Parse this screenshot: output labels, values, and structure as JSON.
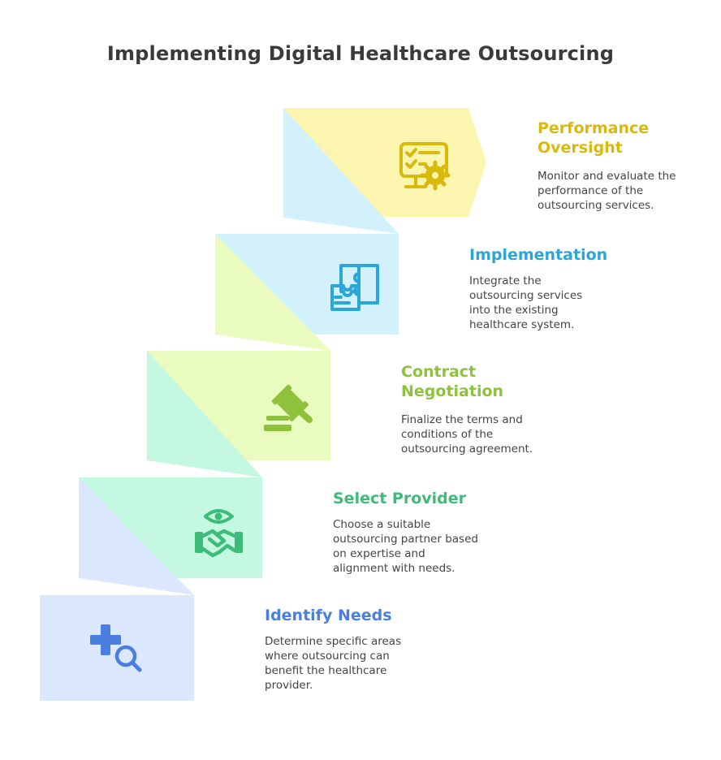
{
  "title": "Implementing Digital Healthcare Outsourcing",
  "steps": [
    {
      "heading": "Identify Needs",
      "description": "Determine specific areas where outsourcing can benefit the healthcare provider.",
      "icon": "medical-search-icon",
      "color": "#4a7fe0",
      "fill": "#dbe8fd"
    },
    {
      "heading": "Select Provider",
      "description": "Choose a suitable outsourcing partner based on expertise and alignment with needs.",
      "icon": "handshake-eye-icon",
      "color": "#3dbb78",
      "fill": "#c5f8e0"
    },
    {
      "heading": "Contract Negotiation",
      "description": "Finalize the terms and conditions of the outsourcing agreement.",
      "icon": "gavel-icon",
      "color": "#8ec13c",
      "fill": "#e9fbbf"
    },
    {
      "heading": "Implementation",
      "description": "Integrate the outsourcing services into the existing healthcare system.",
      "icon": "puzzle-icon",
      "color": "#2aa6d8",
      "fill": "#d2f1fc"
    },
    {
      "heading": "Performance Oversight",
      "description": "Monitor and evaluate the performance of the outsourcing services.",
      "icon": "monitor-settings-icon",
      "color": "#d9b90c",
      "fill": "#fcf5b0"
    }
  ]
}
